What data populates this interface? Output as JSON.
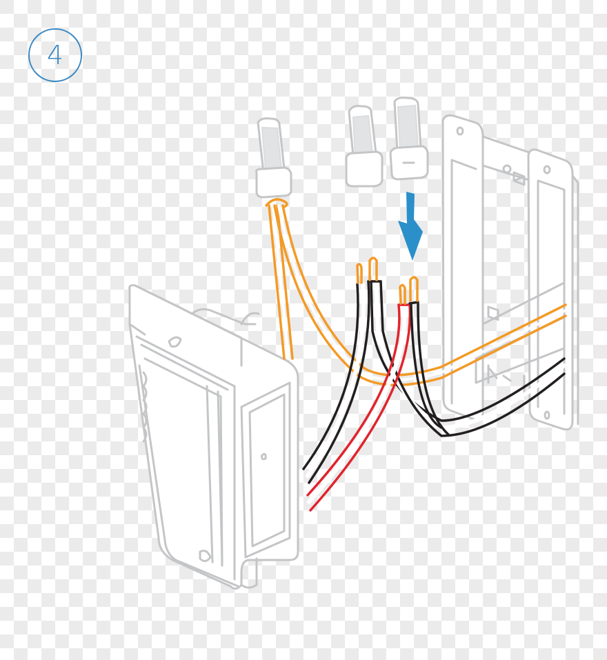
{
  "diagram": {
    "step_number": "4",
    "colors": {
      "step_badge": "#3b88c3",
      "arrow": "#2b8fc9",
      "outline_gray": "#c4c5c7",
      "ground_wire_orange": "#f39a27",
      "line_wire_black": "#231f20",
      "load_wire_red": "#e0242d",
      "checker_light": "#ffffff",
      "checker_dark": "#ebebeb"
    },
    "components": [
      {
        "id": "wire-nut-left",
        "label": "wire connector (twist-on)"
      },
      {
        "id": "wire-nut-middle",
        "label": "wire connector (twist-on)"
      },
      {
        "id": "wire-nut-right",
        "label": "wire connector (twist-on)"
      },
      {
        "id": "wall-box",
        "label": "electrical wall box / mounting bracket"
      },
      {
        "id": "switch",
        "label": "smart dimmer switch"
      },
      {
        "id": "ground-wire",
        "label": "orange (ground) wire bundle"
      },
      {
        "id": "black-wire",
        "label": "black wire pair"
      },
      {
        "id": "red-wire",
        "label": "red wire"
      },
      {
        "id": "down-arrow",
        "label": "blue arrow indicating connector goes onto wires"
      }
    ]
  }
}
